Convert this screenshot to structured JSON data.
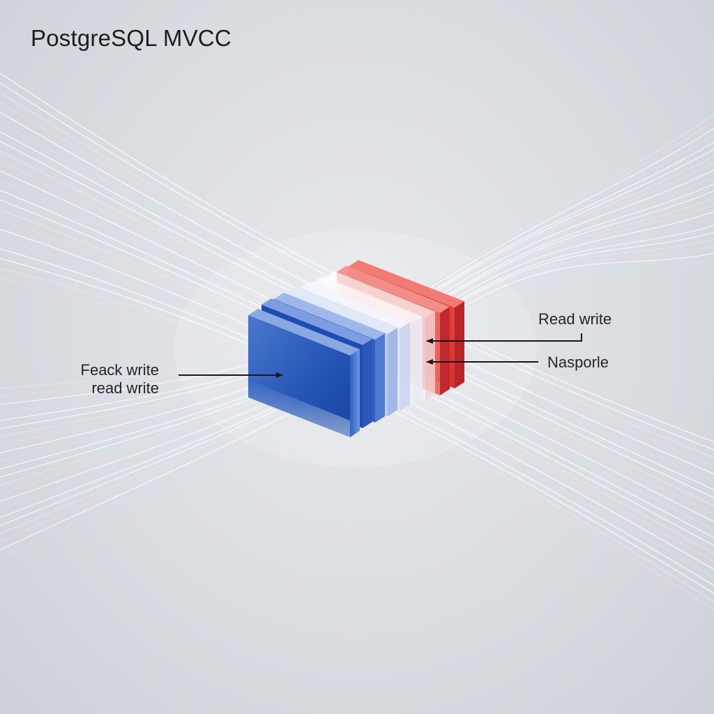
{
  "title": "PostgreSQL MVCC",
  "labels": {
    "left_line1": "Feack write",
    "left_line2": "read write",
    "right_top": "Read write",
    "right_bottom": "Nasporle"
  },
  "colors": {
    "background": "#dfe2e6",
    "blue_block": "#1f4fb8",
    "red_block": "#e23b3b",
    "text": "#222428"
  }
}
